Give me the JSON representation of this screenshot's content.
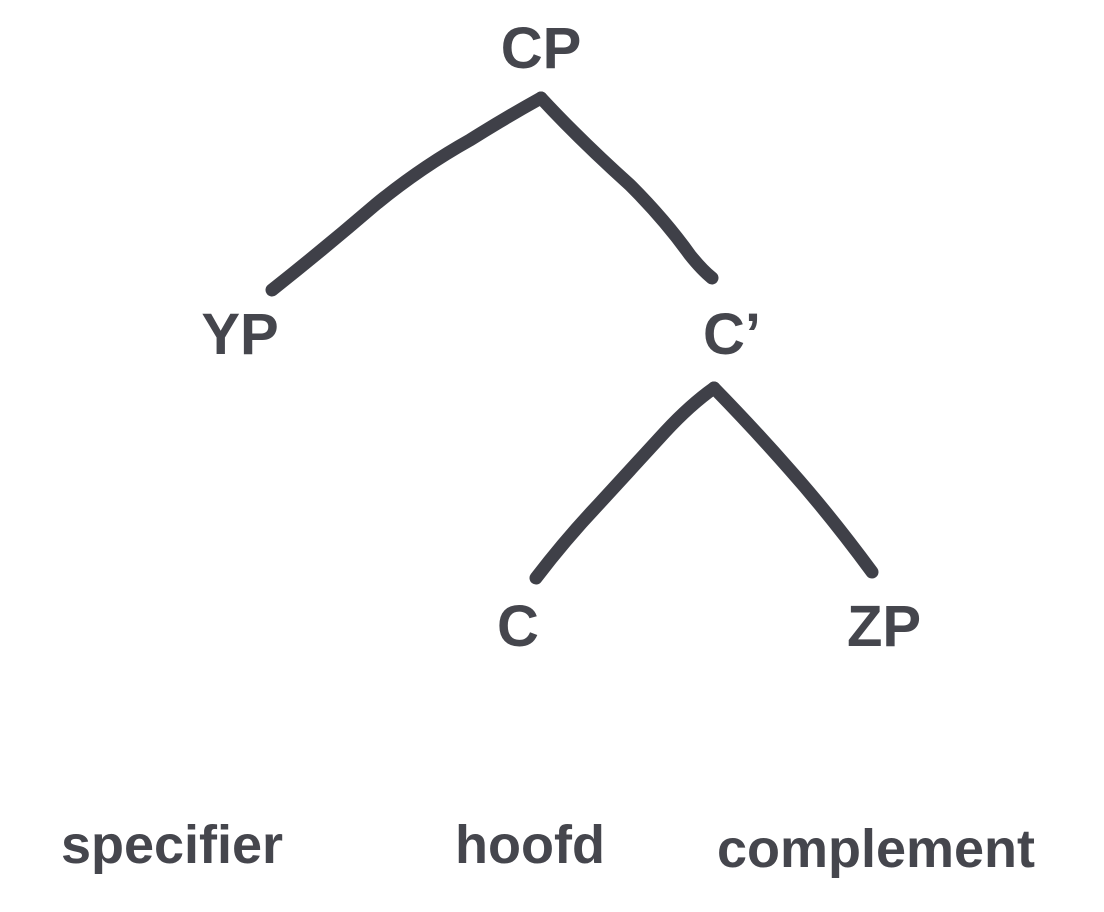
{
  "tree": {
    "nodes": {
      "cp": "CP",
      "yp": "YP",
      "c_bar": "C’",
      "c": "C",
      "zp": "ZP"
    },
    "roles": {
      "specifier": "specifier",
      "head": "hoofd",
      "complement": "complement"
    }
  },
  "colors": {
    "text": "#45464d",
    "branch": "#3f4048",
    "background": "#ffffff"
  }
}
